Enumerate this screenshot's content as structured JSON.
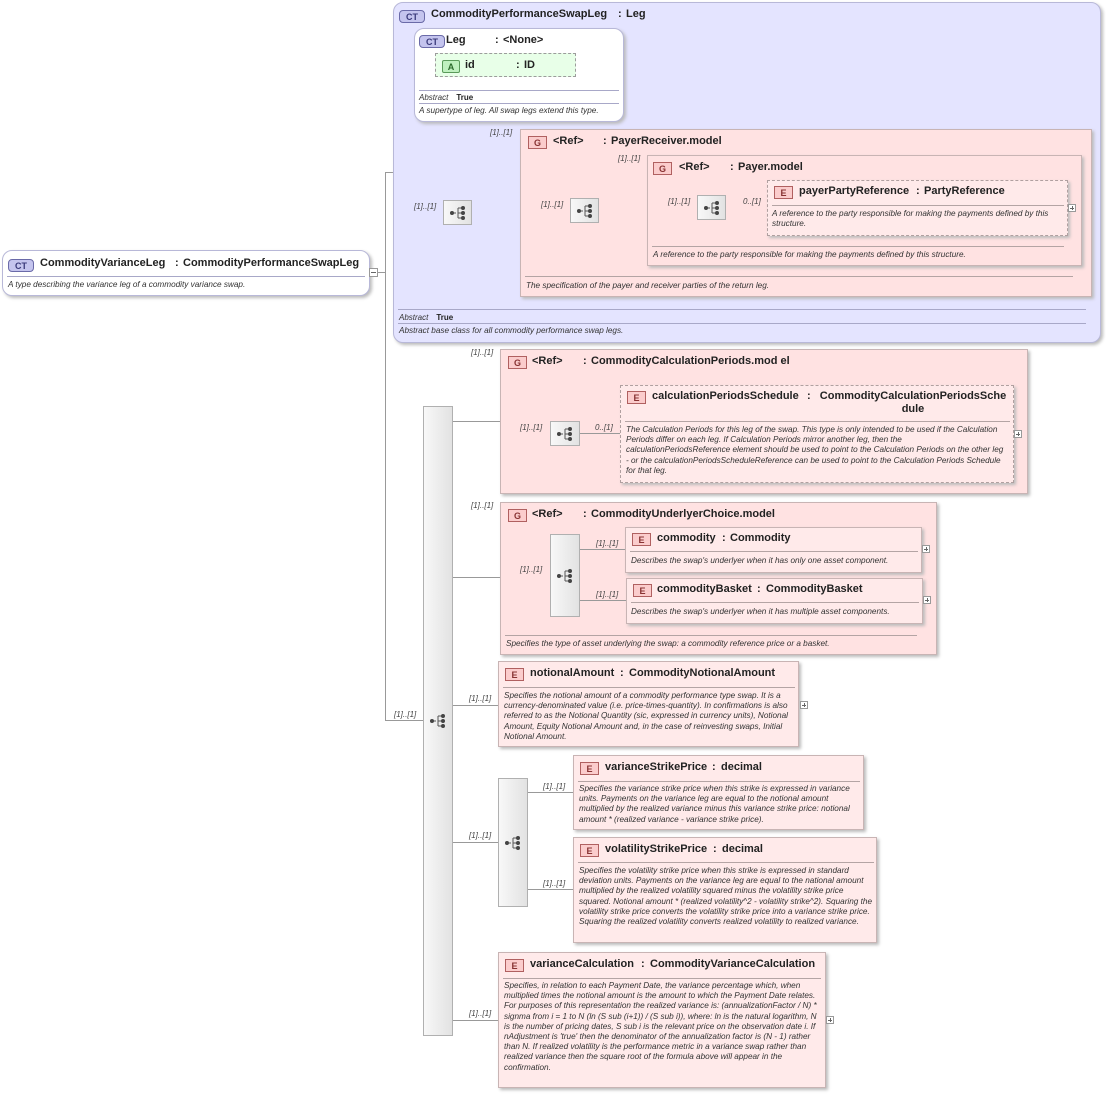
{
  "root": {
    "badge": "CT",
    "name": "CommodityVarianceLeg",
    "sep": ":",
    "type": "CommodityPerformanceSwapLeg",
    "desc": "A type describing the variance leg of a commodity variance swap."
  },
  "performance_leg": {
    "badge": "CT",
    "name": "CommodityPerformanceSwapLeg",
    "sep": ":",
    "type": "Leg",
    "abstract_label": "Abstract",
    "abstract_value": "True",
    "desc": "Abstract base class for all commodity performance swap legs."
  },
  "leg": {
    "badge": "CT",
    "name": "Leg",
    "sep": ":",
    "type": "<None>",
    "abstract_label": "Abstract",
    "abstract_value": "True",
    "desc": "A supertype of leg. All swap legs extend this type."
  },
  "leg_attr": {
    "badge": "A",
    "name": "id",
    "sep": ":",
    "type": "ID"
  },
  "payer_receiver": {
    "badge": "G",
    "name": "<Ref>",
    "sep": ":",
    "type": "PayerReceiver.model",
    "card": "[1]..[1]",
    "desc": "The specification of the payer and receiver parties of the return leg."
  },
  "payer_model": {
    "badge": "G",
    "name": "<Ref>",
    "sep": ":",
    "type": "Payer.model",
    "card": "[1]..[1]",
    "desc": "A reference to the party responsible for making the payments defined by this structure."
  },
  "payer_party_ref": {
    "badge": "E",
    "name": "payerPartyReference",
    "sep": ":",
    "type": "PartyReference",
    "card": "0..[1]",
    "desc": "A reference to the party responsible for making the payments defined by this structure."
  },
  "calc_periods": {
    "badge": "G",
    "name": "<Ref>",
    "sep": ":",
    "type": "CommodityCalculationPeriods.mod el",
    "card": "[1]..[1]"
  },
  "calc_sched": {
    "badge": "E",
    "name": "calculationPeriodsSchedule",
    "sep": ":",
    "type": "CommodityCalculationPeriodsSche dule",
    "card": "0..[1]",
    "desc": "The Calculation Periods for this leg of the swap. This type is only intended to be used if the Calculation Periods differ on each leg. If Calculation Periods mirror another leg, then the calculationPeriodsReference element should be used to point to the Calculation Periods on the other leg - or the calculationPeriodsScheduleReference can be used to point to the Calculation Periods Schedule for that leg."
  },
  "underlyer": {
    "badge": "G",
    "name": "<Ref>",
    "sep": ":",
    "type": "CommodityUnderlyerChoice.model",
    "card": "[1]..[1]",
    "desc": "Specifies the type of asset underlying the swap: a commodity reference price or a basket."
  },
  "commodity": {
    "badge": "E",
    "name": "commodity",
    "sep": ":",
    "type": "Commodity",
    "card": "[1]..[1]",
    "desc": "Describes the swap's underlyer when it has only one asset component."
  },
  "commodity_basket": {
    "badge": "E",
    "name": "commodityBasket",
    "sep": ":",
    "type": "CommodityBasket",
    "card": "[1]..[1]",
    "desc": "Describes the swap's underlyer when it has multiple asset components."
  },
  "notional": {
    "badge": "E",
    "name": "notionalAmount",
    "sep": ":",
    "type": "CommodityNotionalAmount",
    "card": "[1]..[1]",
    "desc": "Specifies the notional amount of a commodity performance type swap. It is a currency-denominated value (i.e. price-times-quantity). In confirmations is also referred to as the Notional Quantity (sic, expressed in currency units), Notional Amount, Equity Notional Amount and, in the case of reinvesting swaps, Initial Notional Amount."
  },
  "var_strike": {
    "badge": "E",
    "name": "varianceStrikePrice",
    "sep": ":",
    "type": "decimal",
    "card": "[1]..[1]",
    "desc": "Specifies the variance strike price when this strike is expressed in variance units. Payments on the variance leg are equal to the notional amount multiplied by the realized variance minus this variance strike price: notional amount * (realized variance - variance strike price)."
  },
  "vol_strike": {
    "badge": "E",
    "name": "volatilityStrikePrice",
    "sep": ":",
    "type": "decimal",
    "card": "[1]..[1]",
    "desc": "Specifies the volatility strike price when this strike is expressed in standard deviation units. Payments on the variance leg are equal to the national amount multiplied by the realized volatility squared minus the volatility strike price squared. Notional amount * (realized volatility^2 - volatility strike^2). Squaring the volatility strike price converts the volatility strike price into a variance strike price. Squaring the realized volatility converts realized volatility to realized variance."
  },
  "var_calc": {
    "badge": "E",
    "name": "varianceCalculation",
    "sep": ":",
    "type": "CommodityVarianceCalculation",
    "card": "[1]..[1]",
    "desc": "Specifies, in relation to each Payment Date, the variance percentage which, when multiplied times the notional amount is the amount to which the Payment Date relates. For purposes of this representation the realized variance is: (annualizationFactor / N) * signma from i = 1 to N (ln (S sub (i+1)) / (S sub i)), where: ln is the natural logarithm, N is the number of pricing dates, S sub i is the relevant price on the observation date i. If nAdjustment is 'true' then the denominator of the annualization factor is (N - 1) rather than N. If realized volatility is the performance metric in a variance swap rather than realized variance then the square root of the formula above will appear in the confirmation."
  },
  "cards": {
    "inner_seq": "[1]..[1]",
    "pr_seq": "[1]..[1]",
    "payer_seq": "[1]..[1]",
    "main_seq": "[1]..[1]",
    "calc_seq": "[1]..[1]",
    "und_choice": "[1]..[1]",
    "strike_choice": "[1]..[1]"
  }
}
